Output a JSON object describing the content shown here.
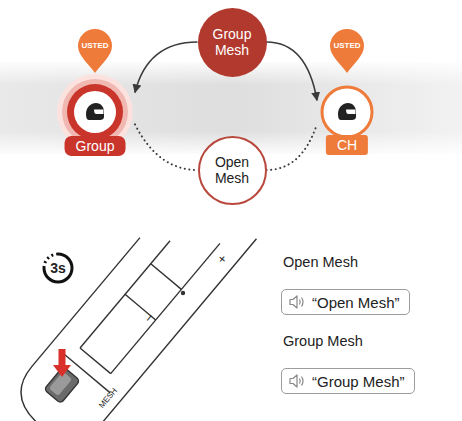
{
  "diagram": {
    "nodes": [
      {
        "text": [
          "USTED"
        ]
      },
      {
        "text": [
          "Group Mesh"
        ]
      },
      {
        "text": [
          "USTED"
        ]
      },
      {
        "text": [
          "Group"
        ]
      },
      {
        "text": [
          "CH"
        ]
      },
      {
        "text": [
          "Open Mesh"
        ]
      },
      {
        "text": [
          "“Open Mesh”"
        ]
      },
      {
        "text": [
          "“Group Mesh”"
        ]
      }
    ],
    "edges": [
      {
        "from": 1,
        "to": 3,
        "arrow": "to"
      },
      {
        "from": 1,
        "to": 4,
        "arrow": "to"
      },
      {
        "from": 3,
        "to": 5,
        "arrow": "none"
      },
      {
        "from": 5,
        "to": 4,
        "arrow": "none"
      }
    ],
    "labels": [
      "3s",
      "+",
      "−",
      "MESH",
      "Open Mesh",
      "Group Mesh"
    ]
  }
}
